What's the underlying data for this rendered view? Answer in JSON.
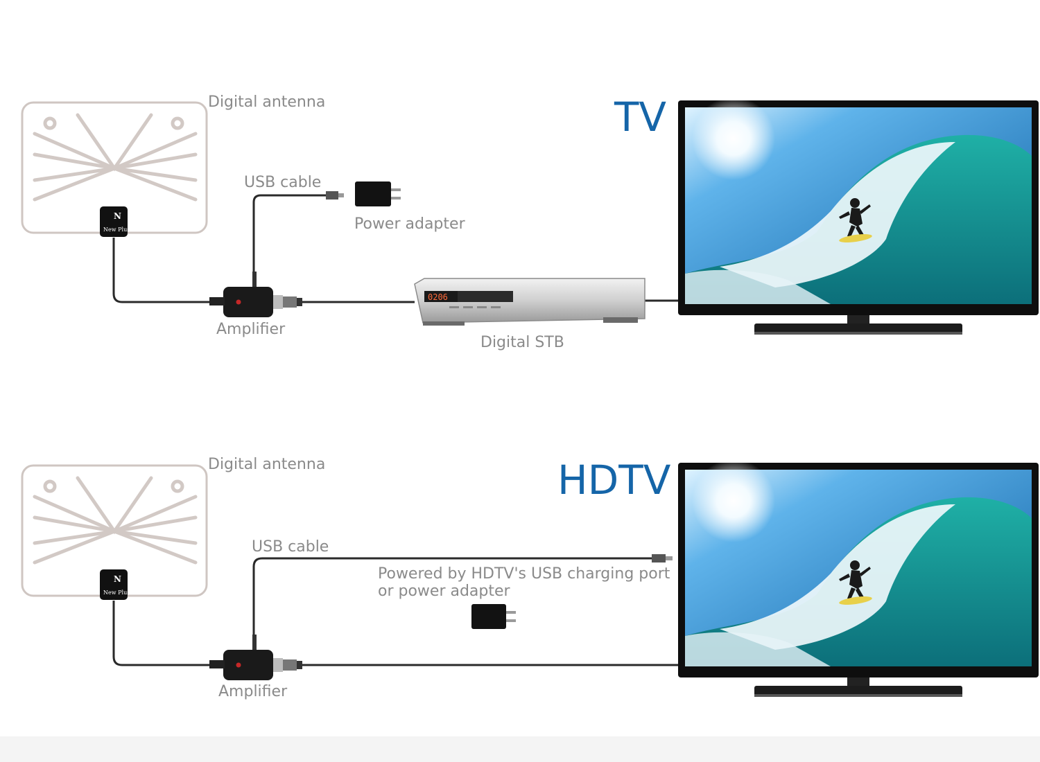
{
  "colors": {
    "label": "#8a8a8a",
    "tv_title": "#1565a8",
    "cable": "#2a2a2a",
    "antenna_trace": "#c8c0bc"
  },
  "diagrams": [
    {
      "title": "TV",
      "antenna_label": "Digital antenna",
      "antenna_brand": "New Plus",
      "usb_label": "USB cable",
      "adapter_label": "Power adapter",
      "amplifier_label": "Amplifier",
      "stb_label": "Digital STB",
      "stb_display": "0206"
    },
    {
      "title": "HDTV",
      "antenna_label": "Digital antenna",
      "antenna_brand": "New Plus",
      "usb_label": "USB cable",
      "power_note": "Powered by HDTV's USB charging port or power adapter",
      "amplifier_label": "Amplifier"
    }
  ]
}
